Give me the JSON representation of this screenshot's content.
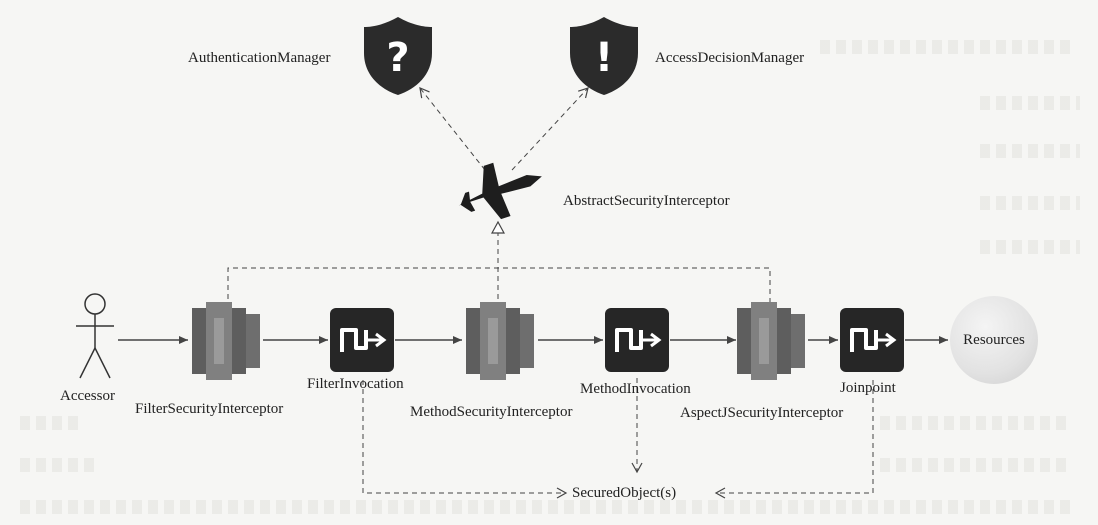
{
  "labels": {
    "authentication_manager": "AuthenticationManager",
    "access_decision_manager": "AccessDecisionManager",
    "abstract_security_interceptor": "AbstractSecurityInterceptor",
    "accessor": "Accessor",
    "filter_security_interceptor": "FilterSecurityInterceptor",
    "filter_invocation": "FilterInvocation",
    "method_security_interceptor": "MethodSecurityInterceptor",
    "method_invocation": "MethodInvocation",
    "aspectj_security_interceptor": "AspectJSecurityInterceptor",
    "joinpoint": "Joinpoint",
    "resources": "Resources",
    "secured_objects": "SecuredObject(s)"
  },
  "icons": {
    "authentication_manager": "question-shield-icon",
    "access_decision_manager": "exclamation-shield-icon",
    "abstract_security_interceptor": "fighter-jet-icon",
    "accessor": "person-icon",
    "interceptor": "interceptor-stack-icon",
    "invocation": "invocation-arrow-icon"
  },
  "colors": {
    "shield": "#2b2b2b",
    "jet": "#1e1e1e",
    "interceptor": "#6f6f6f",
    "invocation": "#262626",
    "resources": "#dcdcdc",
    "line": "#444444"
  }
}
